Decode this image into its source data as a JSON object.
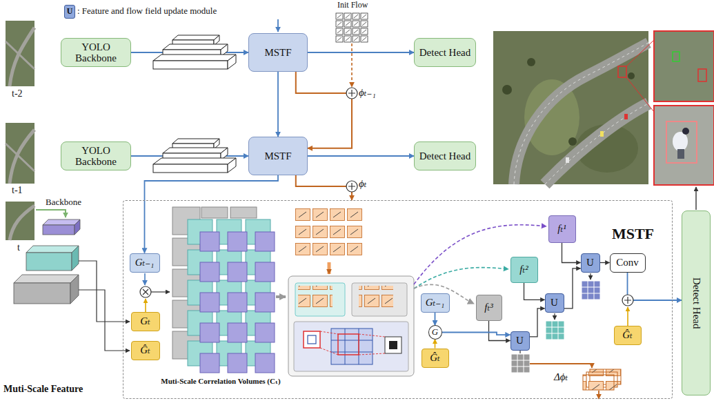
{
  "diagram": {
    "nodes": [
      {
        "text": [
          "U"
        ]
      },
      {
        "text": [
          "YOLO Backbone"
        ]
      },
      {
        "text": [
          "MSTF"
        ]
      },
      {
        "text": [
          "Detect Head"
        ]
      },
      {
        "text": [
          "YOLO Backbone"
        ]
      },
      {
        "text": [
          "MSTF"
        ]
      },
      {
        "text": [
          "Detect Head"
        ]
      },
      {
        "text": [
          "MSTF"
        ]
      },
      {
        "text": [
          "Gₜ₋₁"
        ],
        "in": 7
      },
      {
        "text": [
          "Gₜ"
        ],
        "in": 7
      },
      {
        "text": [
          "Ĝₜ"
        ],
        "in": 7
      },
      {
        "text": [
          "fₜ¹"
        ],
        "in": 7
      },
      {
        "text": [
          "fₜ²"
        ],
        "in": 7
      },
      {
        "text": [
          "fₜ³"
        ],
        "in": 7
      },
      {
        "text": [
          "U"
        ],
        "in": 7
      },
      {
        "text": [
          "U"
        ],
        "in": 7
      },
      {
        "text": [
          "U"
        ],
        "in": 7
      },
      {
        "text": [
          "Conv"
        ],
        "in": 7
      },
      {
        "text": [
          "Gₜ₋₁"
        ],
        "in": 7
      },
      {
        "text": [
          "G"
        ],
        "in": 7
      },
      {
        "text": [
          "Ĝₜ"
        ],
        "in": 7
      },
      {
        "text": [
          "Ĝₜ"
        ],
        "in": 7
      },
      {
        "text": [
          "Detect Head"
        ]
      }
    ],
    "edges": [
      {
        "from": 1,
        "to": 2,
        "arrow": "to"
      },
      {
        "from": 2,
        "to": 3,
        "arrow": "to"
      },
      {
        "from": 4,
        "to": 5,
        "arrow": "to"
      },
      {
        "from": 5,
        "to": 6,
        "arrow": "to"
      },
      {
        "from": 2,
        "to": 5,
        "arrow": "to"
      },
      {
        "from": 2,
        "to": 5,
        "arrow": "to"
      },
      {
        "from": 5,
        "to": 7,
        "arrow": "to"
      },
      {
        "from": 5,
        "to": 8,
        "arrow": "to"
      },
      {
        "from": 11,
        "to": 14,
        "arrow": "to"
      },
      {
        "from": 12,
        "to": 15,
        "arrow": "to"
      },
      {
        "from": 13,
        "to": 16,
        "arrow": "to"
      },
      {
        "from": 16,
        "to": 15,
        "arrow": "to"
      },
      {
        "from": 15,
        "to": 14,
        "arrow": "to"
      },
      {
        "from": 14,
        "to": 17,
        "arrow": "to"
      },
      {
        "from": 17,
        "to": 22,
        "arrow": "to"
      },
      {
        "from": 18,
        "to": 19,
        "arrow": "to"
      },
      {
        "from": 20,
        "to": 19,
        "arrow": "to"
      },
      {
        "from": 19,
        "to": 16,
        "arrow": "to"
      }
    ],
    "labels": [
      ": Feature and flow field update module",
      "Init Flow",
      "t-2",
      "t-1",
      "t",
      "ϕₜ₋₁",
      "ϕₜ",
      "Backbone",
      "Muti-Scale Feature",
      "Muti-Scale Correlation Volumes (Cₜ)",
      "Δϕₜ"
    ]
  }
}
